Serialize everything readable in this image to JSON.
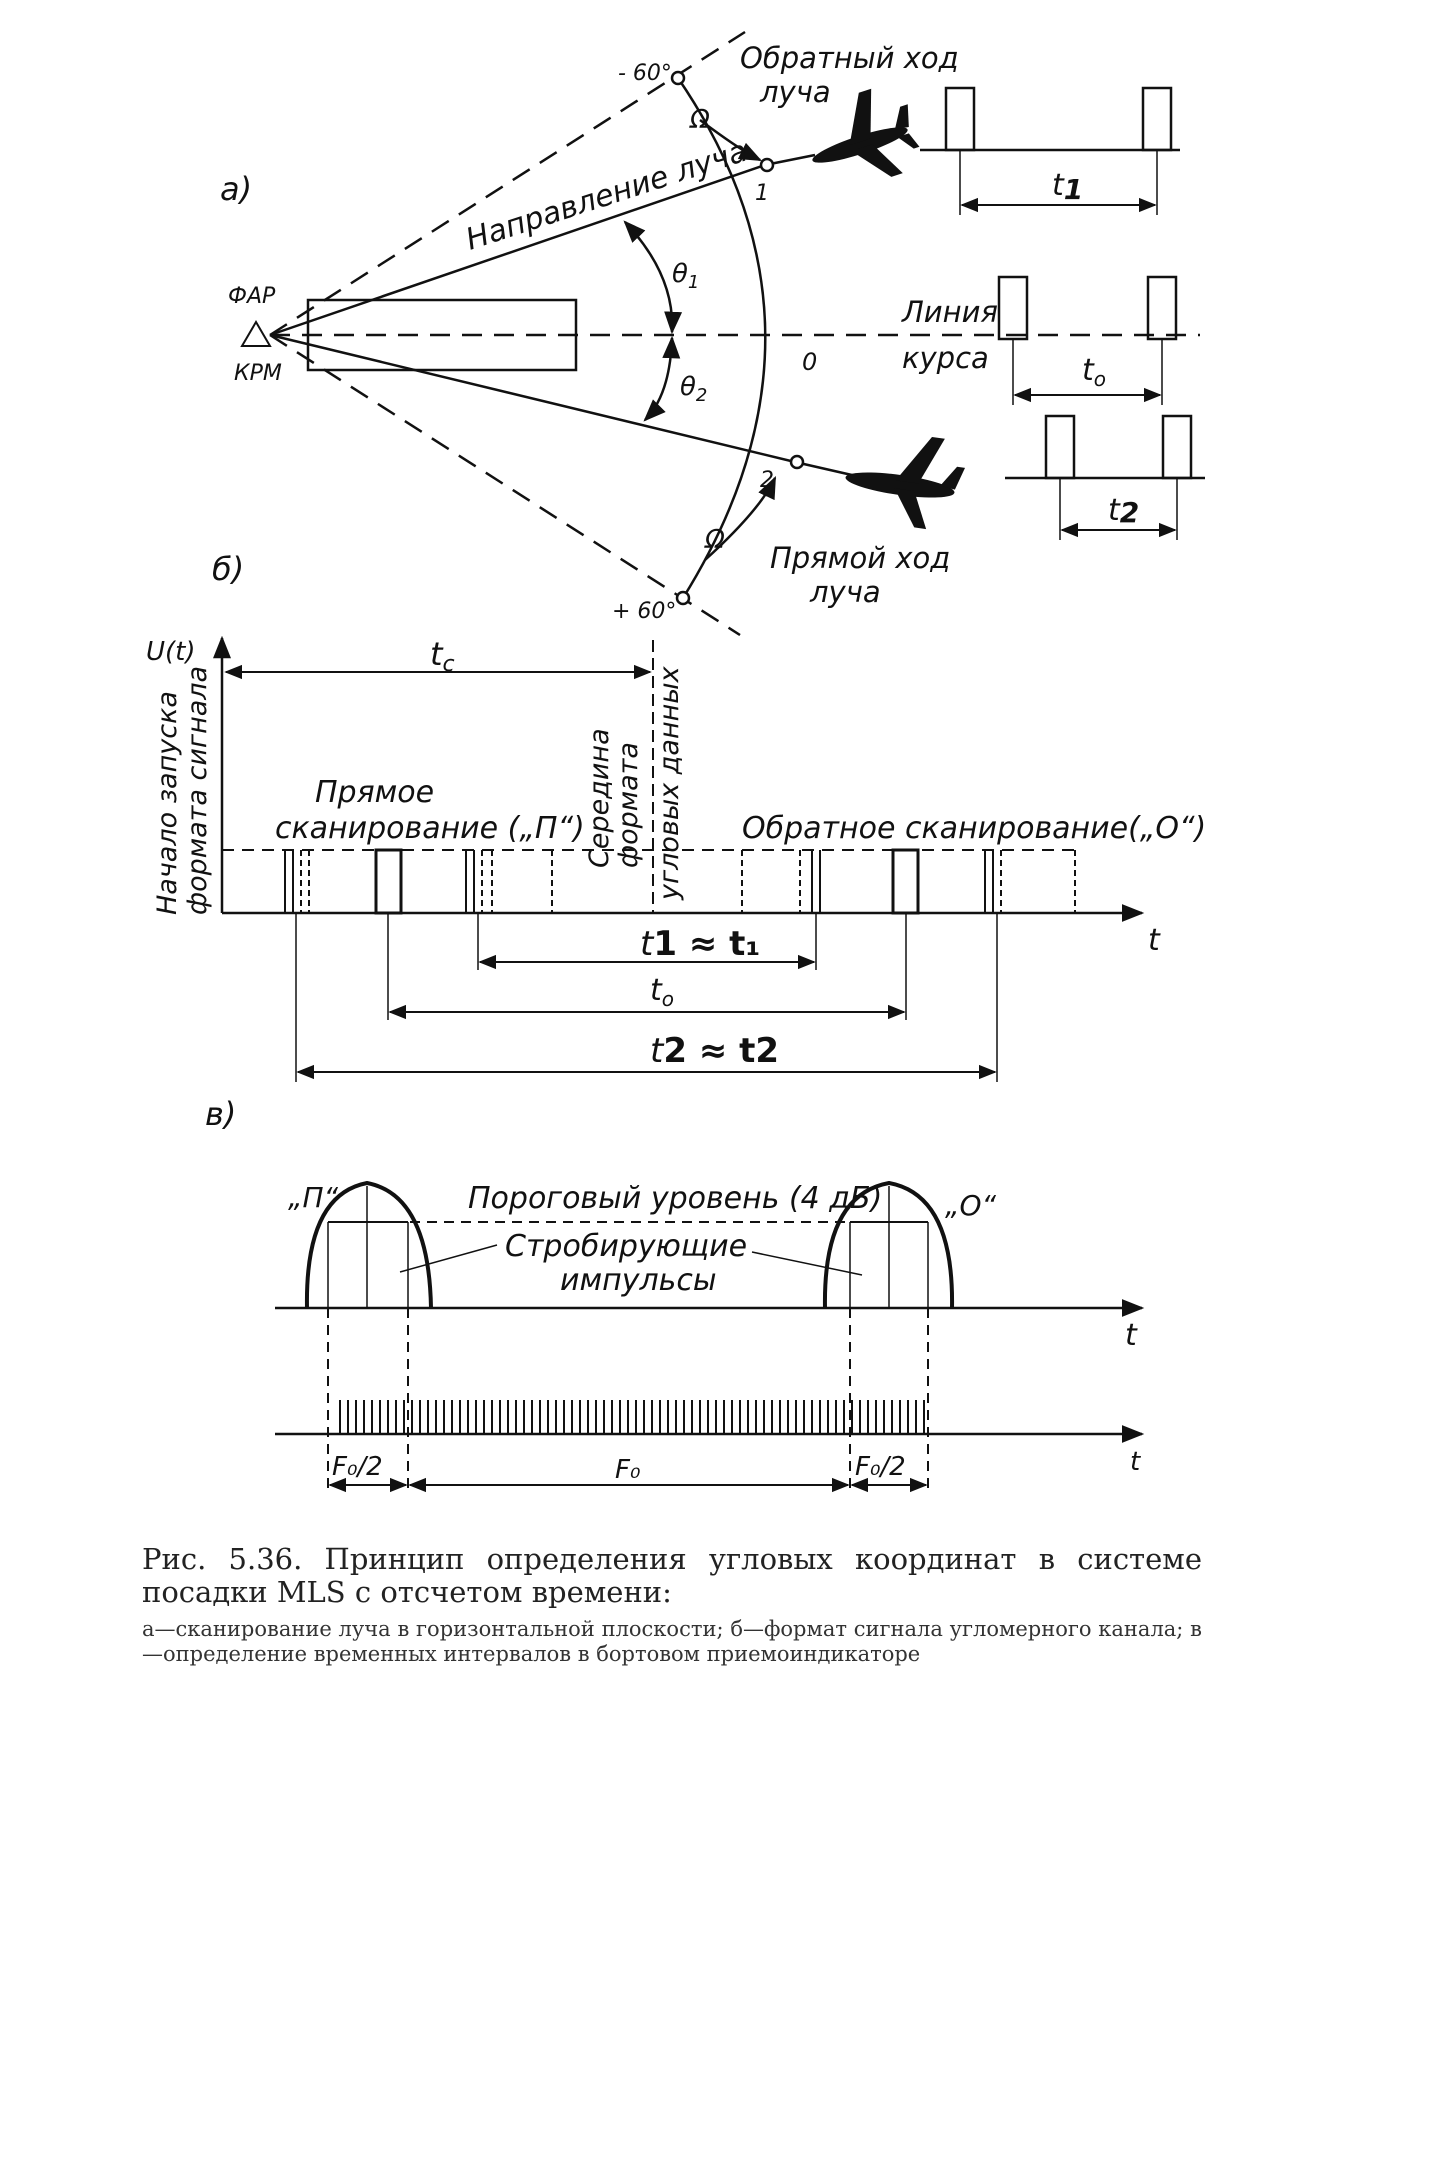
{
  "panel_a": {
    "label": "а)",
    "far": "ФАР",
    "krm": "КРМ",
    "minus60": "- 60°",
    "plus60": "+ 60°",
    "reverse_beam": [
      "Обратный ход",
      "луча"
    ],
    "forward_beam": [
      "Прямой ход",
      "луча"
    ],
    "beam_direction": "Направление луча",
    "omega": "Ω",
    "theta1": "θ",
    "theta1_sub": "1",
    "theta2": "θ",
    "theta2_sub": "2",
    "point1": "1",
    "point2": "2",
    "point0": "0",
    "course_line": [
      "Линия",
      "курса"
    ],
    "t1": "t",
    "t1_mark": "1",
    "t0": "t",
    "t0_sub": "o",
    "t2": "t",
    "t2_mark": "2"
  },
  "panel_b": {
    "label": "б)",
    "u_axis": "U(t)",
    "t_axis": "t",
    "tc": "t",
    "tc_sub": "c",
    "start_label": [
      "Начало запуска",
      "формата сигнала"
    ],
    "middle_label": [
      "Середина",
      "формата",
      "угловых данных"
    ],
    "forward_scan": [
      "Прямое",
      "сканирование („П“)"
    ],
    "reverse_scan": "Обратное сканирование(„О“)",
    "t1_eq": "t",
    "t1_hand": "1 ≈ t₁",
    "t0": "t",
    "t0_sub": "o",
    "t2_eq": "t",
    "t2_hand": "2 ≈ t2"
  },
  "panel_c": {
    "label": "в)",
    "p_label": "„П“",
    "o_label": "„О“",
    "threshold": "Пороговый уровень (4 дБ)",
    "strobe": [
      "Стробирующие",
      "импульсы"
    ],
    "t_axis": "t",
    "f02_left": "F₀/2",
    "f0": "F₀",
    "f02_right": "F₀/2"
  },
  "caption": {
    "title": "Рис. 5.36. Принцип определения угловых координат в системе посадки MLS с отсчетом времени:",
    "subtitle": "а—сканирование луча в горизонтальной плоскости; б—формат сигнала угломерного канала; в—определение временных интервалов в бортовом приемоиндикаторе"
  }
}
